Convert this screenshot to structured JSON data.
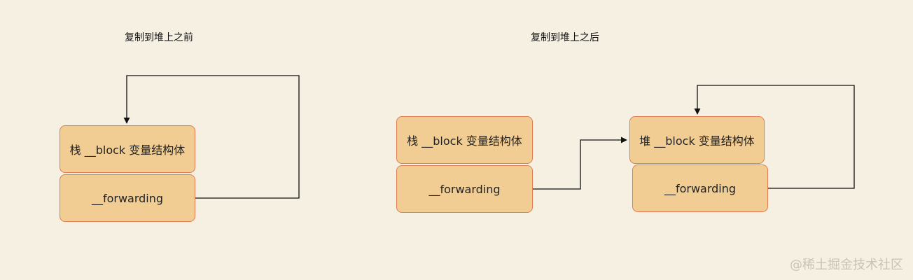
{
  "captions": {
    "before": "复制到堆上之前",
    "after": "复制到堆上之后"
  },
  "before": {
    "struct_label": "栈 __block 变量结构体",
    "forwarding_label": "__forwarding"
  },
  "after": {
    "stack": {
      "struct_label": "栈 __block 变量结构体",
      "forwarding_label": "__forwarding"
    },
    "heap": {
      "struct_label": "堆 __block 变量结构体",
      "forwarding_label": "__forwarding"
    }
  },
  "watermark": "@稀土掘金技术社区",
  "colors": {
    "background": "#f5f0e1",
    "box_fill": "#f2cd93",
    "box_border": "#e07b52",
    "connector": "#111111"
  }
}
